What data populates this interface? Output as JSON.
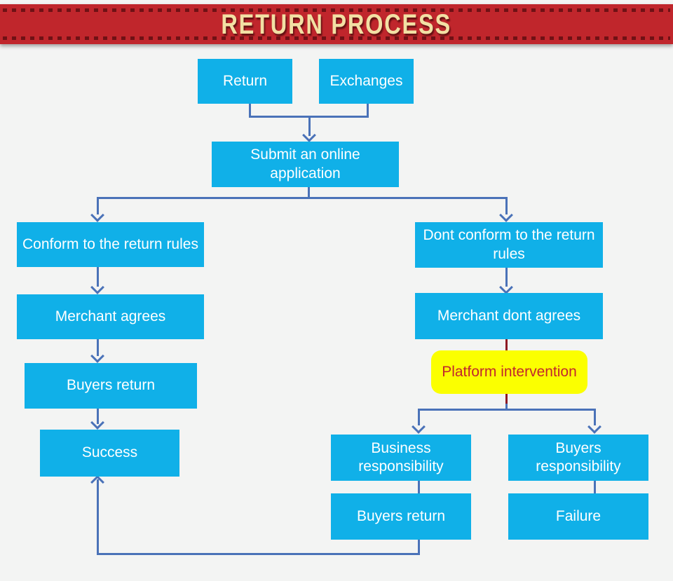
{
  "header": {
    "title": "RETURN PROCESS"
  },
  "colors": {
    "banner_bg": "#c0262c",
    "banner_dash": "#6f1115",
    "banner_text": "#f2e0a4",
    "node_fill": "#10b0e8",
    "node_text": "#ffffff",
    "connector_blue": "#4a72b8",
    "connector_red": "#8e1a24",
    "highlight_fill": "#fbff00",
    "highlight_text": "#c1272d",
    "canvas_bg": "#f3f4f3"
  },
  "flowchart": {
    "nodes": {
      "return_option": "Return",
      "exchanges_option": "Exchanges",
      "submit": "Submit an online application",
      "conform": "Conform to the return rules",
      "merchant_agrees": "Merchant agrees",
      "buyers_return_left": "Buyers return",
      "success": "Success",
      "dont_conform": "Dont conform to the return rules",
      "merchant_dont_agrees": "Merchant dont agrees",
      "platform_intervention": "Platform intervention",
      "business_resp": "Business responsibility",
      "buyers_resp": "Buyers responsibility",
      "buyers_return_bottom": "Buyers return",
      "failure": "Failure"
    },
    "edges": [
      {
        "from": "return_option",
        "to": "submit"
      },
      {
        "from": "exchanges_option",
        "to": "submit"
      },
      {
        "from": "submit",
        "to": "conform"
      },
      {
        "from": "submit",
        "to": "dont_conform"
      },
      {
        "from": "conform",
        "to": "merchant_agrees"
      },
      {
        "from": "merchant_agrees",
        "to": "buyers_return_left"
      },
      {
        "from": "buyers_return_left",
        "to": "success"
      },
      {
        "from": "dont_conform",
        "to": "merchant_dont_agrees"
      },
      {
        "from": "merchant_dont_agrees",
        "to": "platform_intervention"
      },
      {
        "from": "platform_intervention",
        "to": "business_resp"
      },
      {
        "from": "platform_intervention",
        "to": "buyers_resp"
      },
      {
        "from": "business_resp",
        "to": "buyers_return_bottom"
      },
      {
        "from": "buyers_resp",
        "to": "failure"
      },
      {
        "from": "buyers_return_bottom",
        "to": "success"
      }
    ]
  }
}
